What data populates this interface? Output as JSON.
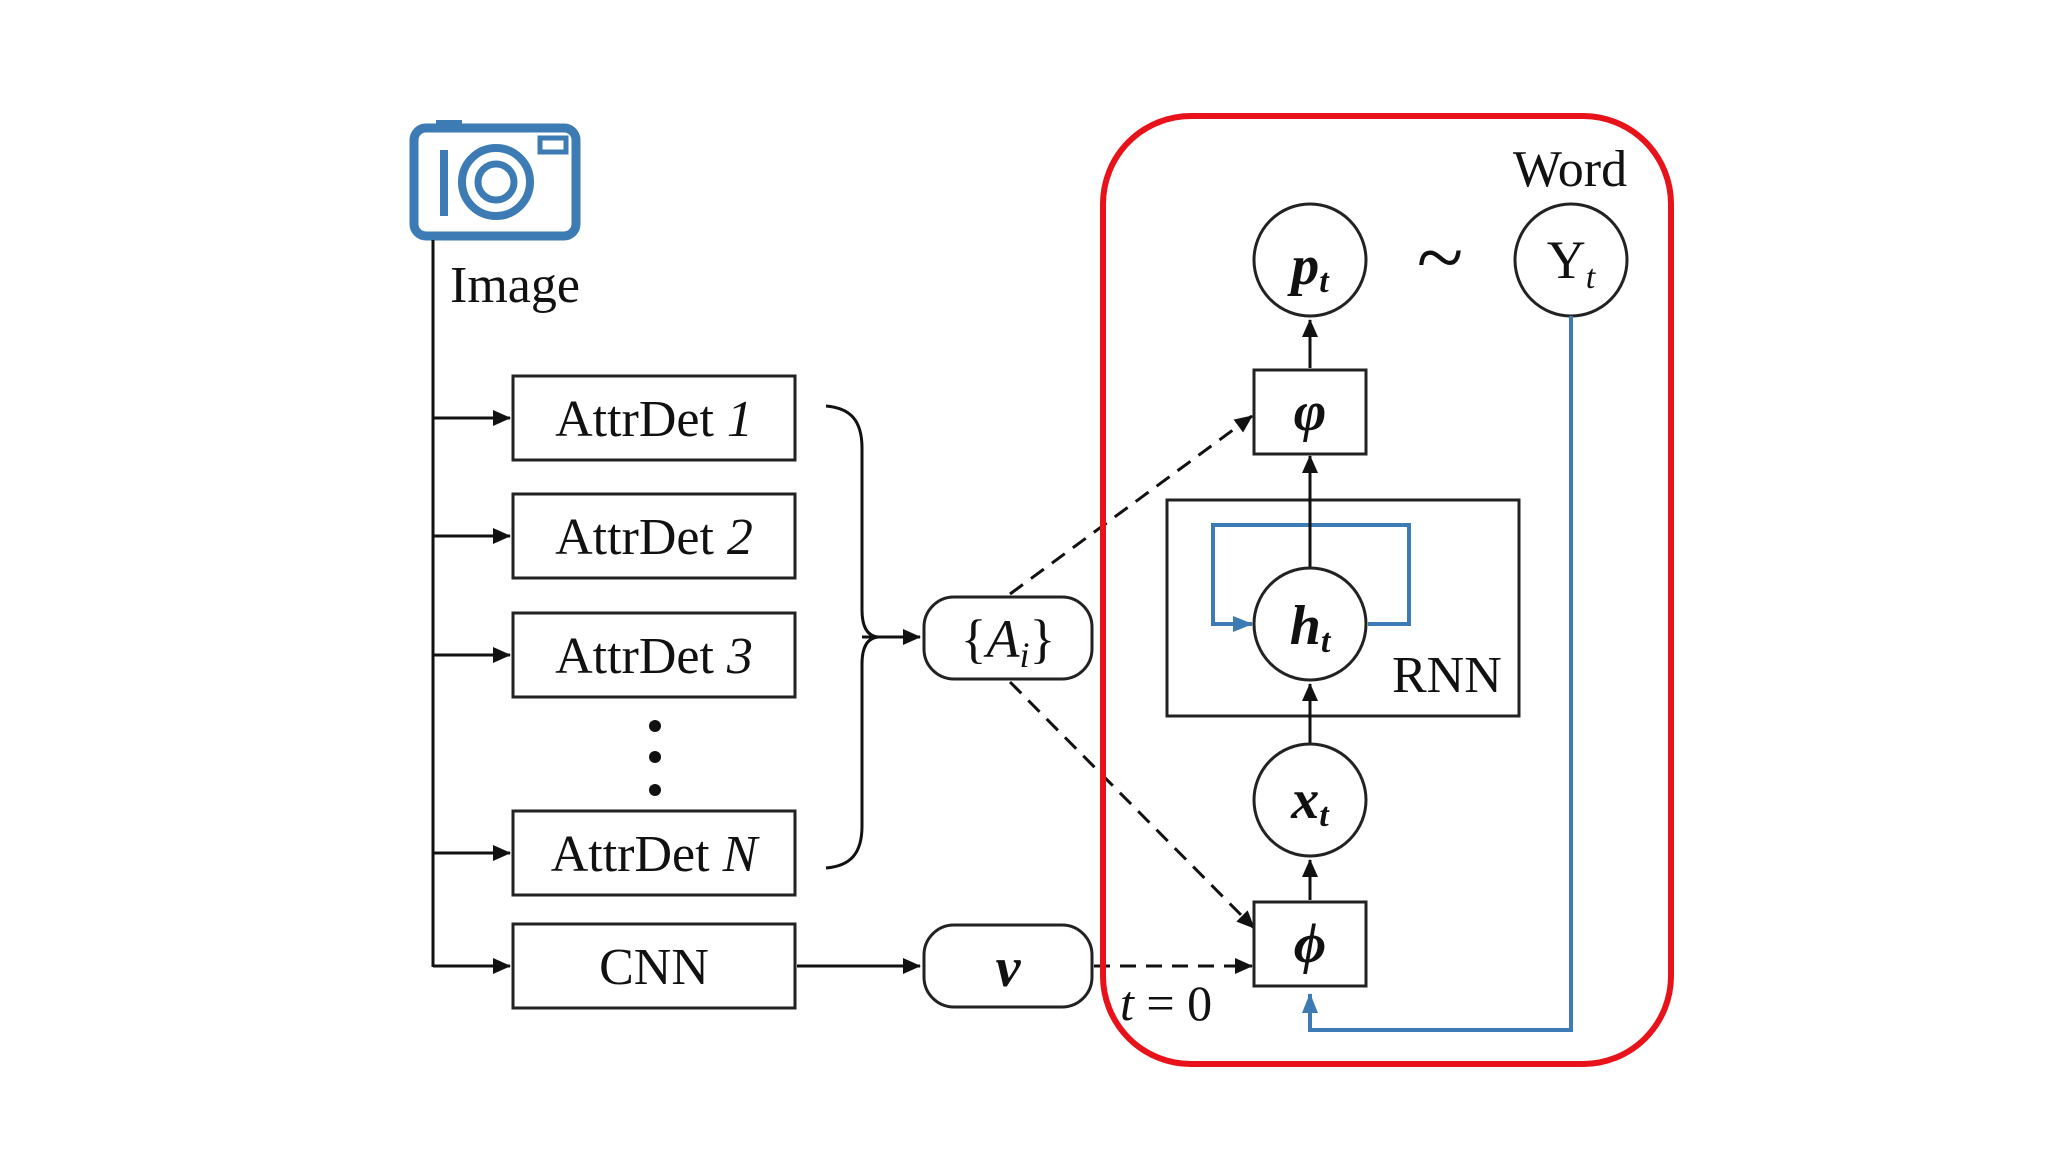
{
  "camera": {
    "label": "Image"
  },
  "detectors": [
    {
      "prefix": "AttrDet ",
      "index": "1"
    },
    {
      "prefix": "AttrDet ",
      "index": "2"
    },
    {
      "prefix": "AttrDet ",
      "index": "3"
    },
    {
      "prefix": "AttrDet ",
      "index": "N"
    }
  ],
  "cnn": {
    "label": "CNN"
  },
  "attributes_node": {
    "open": "{",
    "var": "A",
    "sub": "i",
    "close": "}"
  },
  "visual_node": {
    "label": "v"
  },
  "model": {
    "output_node": {
      "var": "p",
      "sub": "t"
    },
    "tilde": "~",
    "word_label": "Word",
    "word_node": {
      "var": "Y",
      "sub": "t"
    },
    "output_fn": "φ",
    "hidden_node": {
      "var": "h",
      "sub": "t"
    },
    "rnn_label": "RNN",
    "input_node": {
      "var": "x",
      "sub": "t"
    },
    "input_fn": "ϕ",
    "t0_label": {
      "var": "t",
      "rest": " = 0"
    }
  },
  "colors": {
    "highlight": "#e8131a",
    "icon_blue": "#3d7bb4",
    "stroke": "#222222"
  }
}
